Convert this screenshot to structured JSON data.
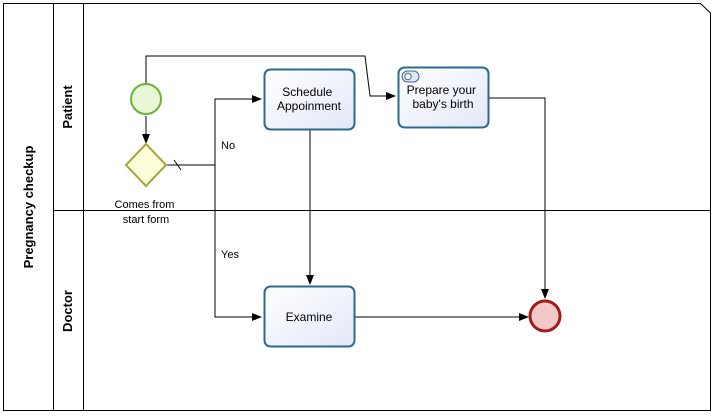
{
  "pool": {
    "label": "Pregnancy checkup"
  },
  "lanes": [
    {
      "label": "Patient"
    },
    {
      "label": "Doctor"
    }
  ],
  "events": {
    "start": {
      "color": "#6ab23c",
      "fill": "#e8f7d6"
    },
    "end": {
      "color": "#a01c1c",
      "fill": "#f2c8c8"
    }
  },
  "gateway": {
    "label_lines": [
      "Comes from",
      "start form"
    ],
    "color": "#a6a63a",
    "fill": "#fdfddc"
  },
  "tasks": [
    {
      "id": "schedule",
      "label_lines": [
        "Schedule",
        "Appoinment"
      ]
    },
    {
      "id": "prepare",
      "label_lines": [
        "Prepare your",
        "baby's  birth"
      ],
      "icon": "user-task-icon"
    },
    {
      "id": "examine",
      "label_lines": [
        "Examine"
      ]
    }
  ],
  "flows": {
    "no_label": "No",
    "yes_label": "Yes"
  },
  "colors": {
    "task_border": "#2c6a8c",
    "task_fill": "#eef1fb",
    "line": "#000000"
  }
}
